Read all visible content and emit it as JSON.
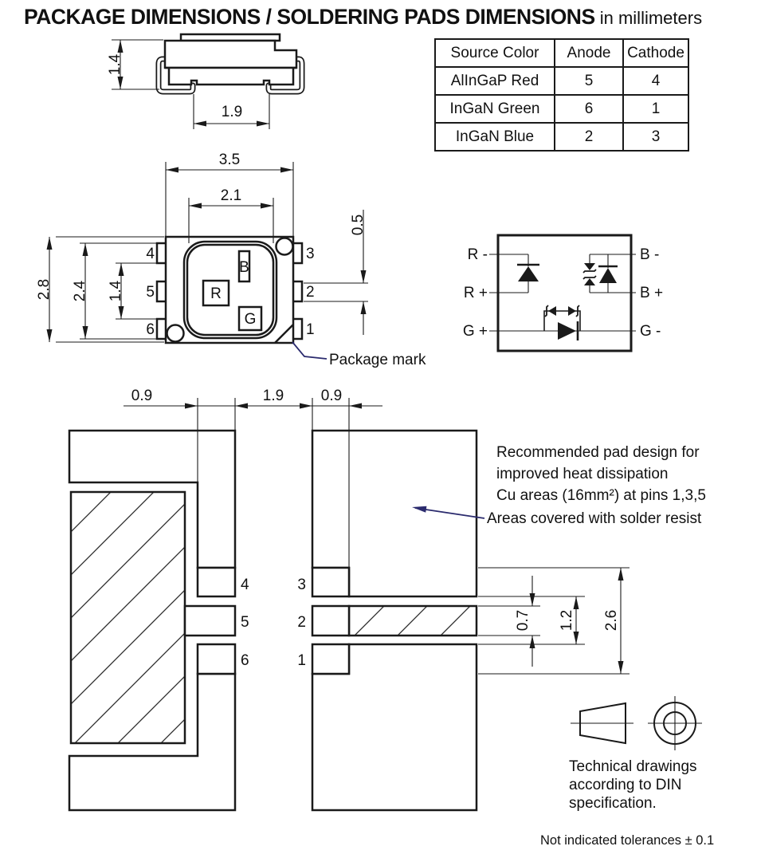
{
  "title": {
    "main": "PACKAGE DIMENSIONS / SOLDERING PADS DIMENSIONS",
    "suffix": " in millimeters"
  },
  "pin_table": {
    "headers": [
      "Source Color",
      "Anode",
      "Cathode"
    ],
    "rows": [
      [
        "AlInGaP Red",
        "5",
        "4"
      ],
      [
        "InGaN Green",
        "6",
        "1"
      ],
      [
        "InGaN Blue",
        "2",
        "3"
      ]
    ]
  },
  "side_view": {
    "dim_height": "1.4",
    "dim_lead_span": "1.9"
  },
  "top_view": {
    "dim_width": "3.5",
    "dim_cavity": "2.1",
    "dim_pin_height": "0.5",
    "dim_overall": "2.8",
    "dim_pin_span": "2.4",
    "dim_pin_inner": "1.4",
    "pin_left_top": "4",
    "pin_left_mid": "5",
    "pin_left_bot": "6",
    "pin_right_top": "3",
    "pin_right_mid": "2",
    "pin_right_bot": "1",
    "chip_b": "B",
    "chip_r": "R",
    "chip_g": "G",
    "package_mark": "Package mark"
  },
  "circuit": {
    "r_minus": "R -",
    "r_plus": "R +",
    "g_plus": "G +",
    "b_minus": "B -",
    "b_plus": "B +",
    "g_minus": "G -"
  },
  "pad_layout": {
    "dim_pad_left": "0.9",
    "dim_gap": "1.9",
    "dim_pad_right": "0.9",
    "dim_strip": "0.7",
    "dim_inner": "1.2",
    "dim_outer": "2.6",
    "pin4": "4",
    "pin5": "5",
    "pin6": "6",
    "pin3": "3",
    "pin2": "2",
    "pin1": "1",
    "note1": "Recommended pad design for",
    "note2": "improved heat dissipation",
    "note3": "Cu areas (16mm²) at pins 1,3,5",
    "solder_resist": "Areas covered with solder resist"
  },
  "din": {
    "note": "Technical drawings according to DIN specification.",
    "tolerance": "Not indicated tolerances ± 0.1"
  },
  "colors": {
    "line": "#1a1a1a",
    "leader": "#2b2b6e",
    "background": "#ffffff"
  }
}
